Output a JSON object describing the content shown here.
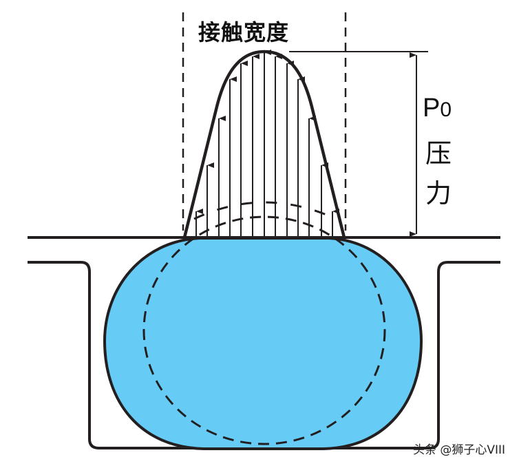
{
  "title": "接触宽度",
  "pressure_symbol": "P",
  "pressure_subscript": "0",
  "pressure_label_1": "压",
  "pressure_label_2": "力",
  "watermark": "头条 @狮子心VIII",
  "colors": {
    "tire_fill": "#66CCF5",
    "line": "#231F20"
  },
  "pressure_arrow_count": 13
}
